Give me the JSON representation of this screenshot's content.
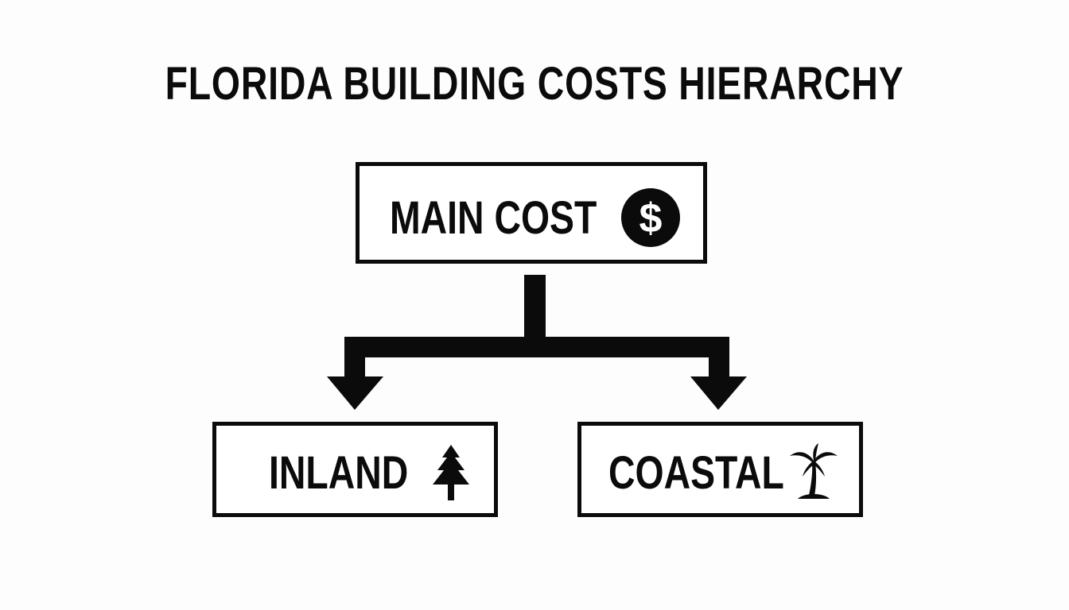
{
  "diagram": {
    "title": "FLORIDA BUILDING COSTS HIERARCHY",
    "root": {
      "label": "MAIN COST",
      "icon": "dollar-coin-icon"
    },
    "children": [
      {
        "label": "INLAND",
        "icon": "pine-tree-icon"
      },
      {
        "label": "COASTAL",
        "icon": "palm-tree-icon"
      }
    ],
    "colors": {
      "ink": "#0b0b0b",
      "background": "#fdfdfd"
    }
  }
}
